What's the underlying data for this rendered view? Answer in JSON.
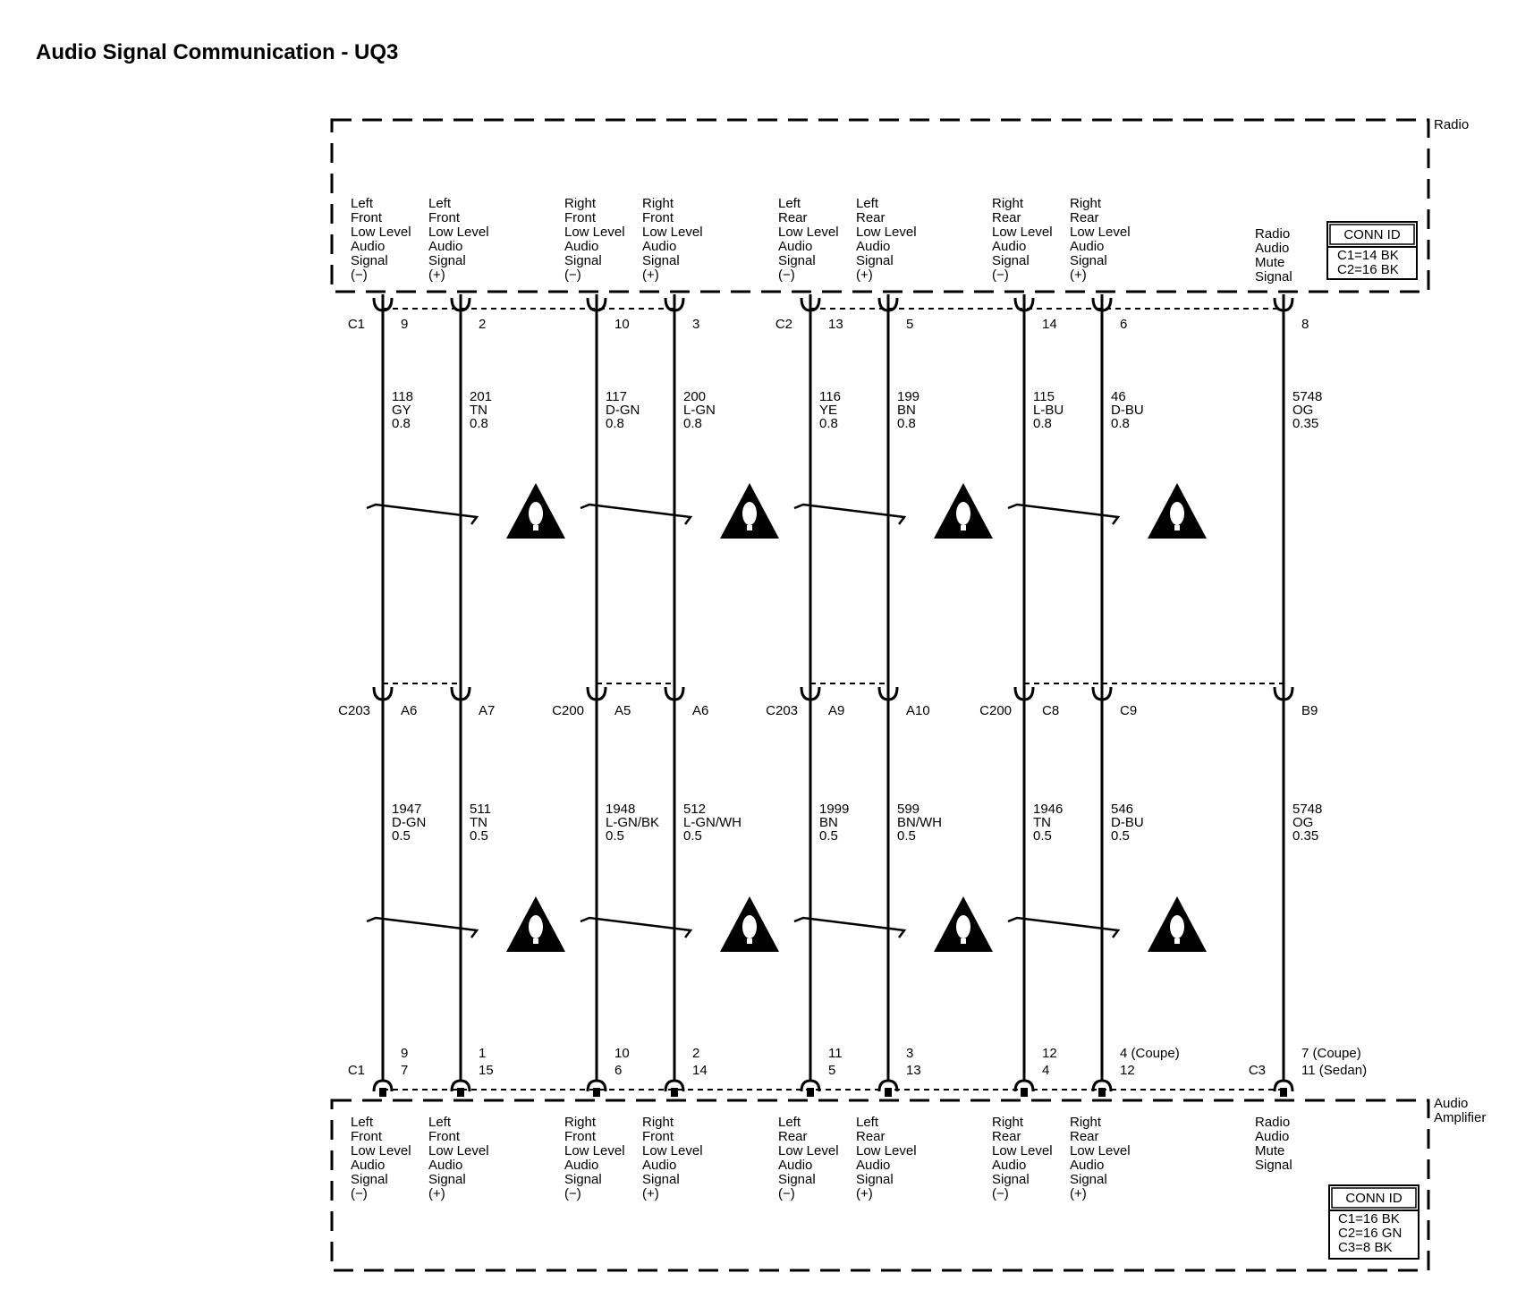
{
  "title": "Audio Signal Communication - UQ3",
  "radio": {
    "name": "Radio",
    "conn_id": {
      "header": "CONN ID",
      "lines": [
        "C1=14 BK",
        "C2=16 BK"
      ]
    }
  },
  "amplifier": {
    "name": [
      "Audio",
      "Amplifier"
    ],
    "conn_id": {
      "header": "CONN ID",
      "lines": [
        "C1=16 BK",
        "C2=16 GN",
        "C3=8 BK"
      ]
    }
  },
  "circuits": [
    {
      "label": [
        "Left",
        "Front",
        "Low Level",
        "Audio",
        "Signal",
        "(−)"
      ],
      "top_pin": "9",
      "top_conn": "C1",
      "wire1": [
        "118",
        "GY",
        "0.8"
      ],
      "inline_conn": "C203",
      "inline_pin": "A6",
      "wire2": [
        "1947",
        "D-GN",
        "0.5"
      ],
      "bottom_pins": [
        "9",
        "7"
      ],
      "bottom_conn": "C1"
    },
    {
      "label": [
        "Left",
        "Front",
        "Low Level",
        "Audio",
        "Signal",
        "(+)"
      ],
      "top_pin": "2",
      "top_conn": "",
      "wire1": [
        "201",
        "TN",
        "0.8"
      ],
      "inline_conn": "",
      "inline_pin": "A7",
      "wire2": [
        "511",
        "TN",
        "0.5"
      ],
      "bottom_pins": [
        "1",
        "15"
      ],
      "bottom_conn": ""
    },
    {
      "label": [
        "Right",
        "Front",
        "Low Level",
        "Audio",
        "Signal",
        "(−)"
      ],
      "top_pin": "10",
      "top_conn": "",
      "wire1": [
        "117",
        "D-GN",
        "0.8"
      ],
      "inline_conn": "C200",
      "inline_pin": "A5",
      "wire2": [
        "1948",
        "L-GN/BK",
        "0.5"
      ],
      "bottom_pins": [
        "10",
        "6"
      ],
      "bottom_conn": ""
    },
    {
      "label": [
        "Right",
        "Front",
        "Low Level",
        "Audio",
        "Signal",
        "(+)"
      ],
      "top_pin": "3",
      "top_conn": "",
      "wire1": [
        "200",
        "L-GN",
        "0.8"
      ],
      "inline_conn": "",
      "inline_pin": "A6",
      "wire2": [
        "512",
        "L-GN/WH",
        "0.5"
      ],
      "bottom_pins": [
        "2",
        "14"
      ],
      "bottom_conn": ""
    },
    {
      "label": [
        "Left",
        "Rear",
        "Low Level",
        "Audio",
        "Signal",
        "(−)"
      ],
      "top_pin": "13",
      "top_conn": "C2",
      "wire1": [
        "116",
        "YE",
        "0.8"
      ],
      "inline_conn": "C203",
      "inline_pin": "A9",
      "wire2": [
        "1999",
        "BN",
        "0.5"
      ],
      "bottom_pins": [
        "11",
        "5"
      ],
      "bottom_conn": ""
    },
    {
      "label": [
        "Left",
        "Rear",
        "Low Level",
        "Audio",
        "Signal",
        "(+)"
      ],
      "top_pin": "5",
      "top_conn": "",
      "wire1": [
        "199",
        "BN",
        "0.8"
      ],
      "inline_conn": "",
      "inline_pin": "A10",
      "wire2": [
        "599",
        "BN/WH",
        "0.5"
      ],
      "bottom_pins": [
        "3",
        "13"
      ],
      "bottom_conn": ""
    },
    {
      "label": [
        "Right",
        "Rear",
        "Low Level",
        "Audio",
        "Signal",
        "(−)"
      ],
      "top_pin": "14",
      "top_conn": "",
      "wire1": [
        "115",
        "L-BU",
        "0.8"
      ],
      "inline_conn": "C200",
      "inline_pin": "C8",
      "wire2": [
        "1946",
        "TN",
        "0.5"
      ],
      "bottom_pins": [
        "12",
        "4"
      ],
      "bottom_conn": ""
    },
    {
      "label": [
        "Right",
        "Rear",
        "Low Level",
        "Audio",
        "Signal",
        "(+)"
      ],
      "top_pin": "6",
      "top_conn": "",
      "wire1": [
        "46",
        "D-BU",
        "0.8"
      ],
      "inline_conn": "",
      "inline_pin": "C9",
      "wire2": [
        "546",
        "D-BU",
        "0.5"
      ],
      "bottom_pins": [
        "4 (Coupe)",
        "12"
      ],
      "bottom_conn": ""
    },
    {
      "label": [
        "Radio",
        "Audio",
        "Mute",
        "Signal"
      ],
      "top_pin": "8",
      "top_conn": "",
      "wire1": [
        "5748",
        "OG",
        "0.35"
      ],
      "inline_conn": "",
      "inline_pin": "B9",
      "wire2": [
        "5748",
        "OG",
        "0.35"
      ],
      "bottom_pins": [
        "7 (Coupe)",
        "11 (Sedan)"
      ],
      "bottom_conn": "C3"
    }
  ]
}
